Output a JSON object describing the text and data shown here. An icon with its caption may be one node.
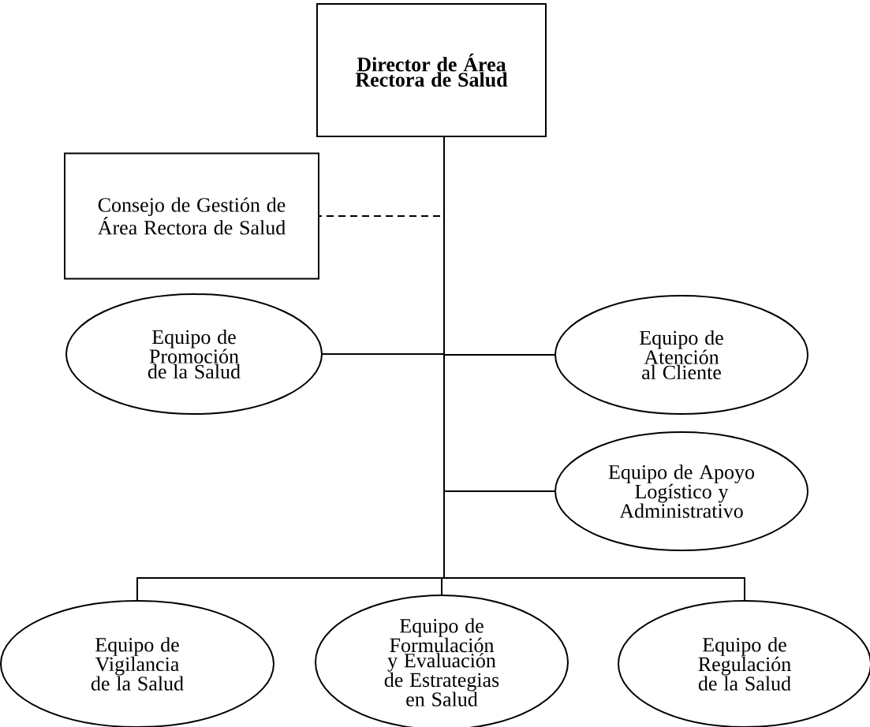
{
  "diagram": {
    "nodes": [
      {
        "text": [
          "Director de Área Rectora de Salud"
        ]
      },
      {
        "text": [
          "Consejo de Gestión de Área Rectora de Salud"
        ]
      },
      {
        "text": [
          "Equipo de Promoción de la Salud"
        ]
      },
      {
        "text": [
          "Equipo de Atención al Cliente"
        ]
      },
      {
        "text": [
          "Equipo de Apoyo Logístico y Administrativo"
        ]
      },
      {
        "text": [
          "Equipo de Vigilancia de la Salud"
        ]
      },
      {
        "text": [
          "Equipo de Formulación y Evaluación de Estrategias en Salud"
        ]
      },
      {
        "text": [
          "Equipo de Regulación de la Salud"
        ]
      }
    ],
    "edges": [
      {
        "from": 0,
        "to": 1,
        "arrow": "none",
        "style": "dashed"
      },
      {
        "from": 0,
        "to": 2,
        "arrow": "none"
      },
      {
        "from": 0,
        "to": 3,
        "arrow": "none"
      },
      {
        "from": 0,
        "to": 4,
        "arrow": "none"
      },
      {
        "from": 0,
        "to": 5,
        "arrow": "none"
      },
      {
        "from": 0,
        "to": 6,
        "arrow": "none"
      },
      {
        "from": 0,
        "to": 7,
        "arrow": "none"
      }
    ]
  }
}
